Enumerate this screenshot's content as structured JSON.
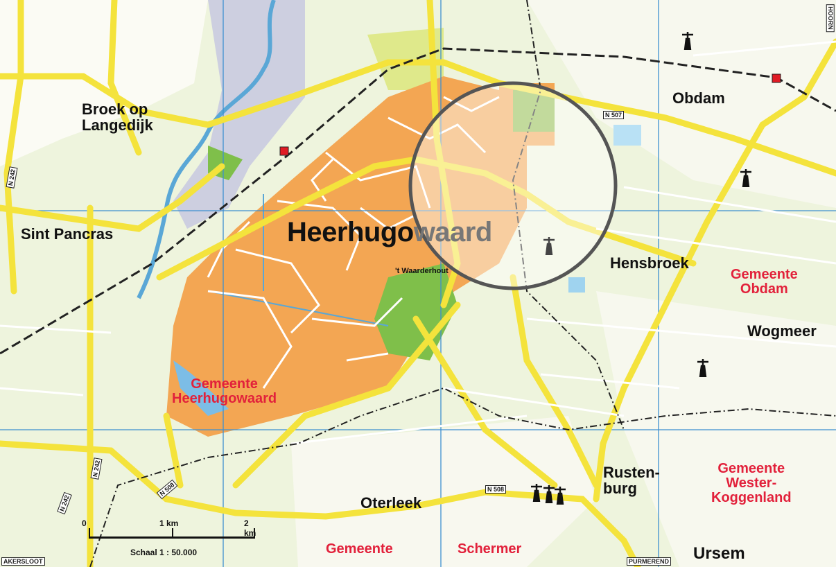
{
  "places": {
    "broek": "Broek op\nLangedijk",
    "obdam": "Obdam",
    "sint_pancras": "Sint Pancras",
    "heerhugowaard_start": "Heerhugo",
    "heerhugowaard_end": "waard",
    "hensbroek": "Hensbroek",
    "wogmeer": "Wogmeer",
    "rustenburg": "Rusten-\nburg",
    "oterleek": "Oterleek",
    "ursem": "Ursem",
    "waarderhout": "'t Waarderhout"
  },
  "municipalities": {
    "heerhugowaard": "Gemeente\nHeerhugowaard",
    "obdam": "Gemeente\nObdam",
    "wester_koggenland": "Gemeente\nWester-\nKoggenland",
    "gemeente": "Gemeente",
    "schermer": "Schermer"
  },
  "roads": {
    "n507": "N 507",
    "n242_top": "N 242",
    "n242_bottom": "N 242",
    "n508": "N 508",
    "n508b": "N 508",
    "n242_left": "N 242"
  },
  "edge_labels": {
    "hoorn": "HOORN",
    "alkmaar": "AKERSLOOT",
    "purmerend": "PURMEREND"
  },
  "scale": {
    "zero": "0",
    "one": "1 km",
    "two": "2 km",
    "caption": "Schaal 1 : 50.000"
  },
  "colors": {
    "urban": "#f3a653",
    "road": "#f4e33c",
    "water": "#5aa7d6",
    "grid": "#3d8fd0",
    "municipality": "#e2213b",
    "green": "#7fbf4a",
    "rail_station": "#e01b24"
  }
}
